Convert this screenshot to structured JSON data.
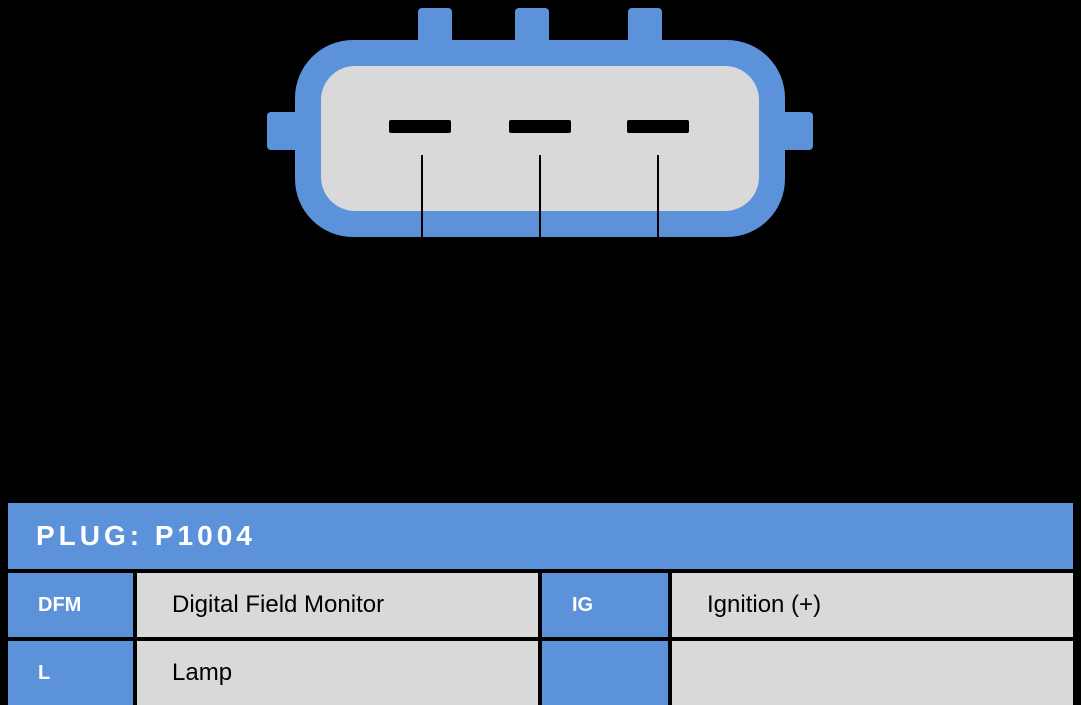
{
  "colors": {
    "accent_blue": "#5b92da",
    "panel_gray": "#d9d9d9",
    "background": "#000000",
    "text_on_blue": "#ffffff",
    "text_on_gray": "#000000"
  },
  "connector": {
    "pin_count": 3,
    "top_tab_count": 3,
    "side_tab_count": 2
  },
  "table": {
    "title": "PLUG: P1004",
    "rows": [
      {
        "cells": [
          {
            "label": "DFM"
          },
          {
            "value": "Digital Field Monitor"
          },
          {
            "label": "IG"
          },
          {
            "value": "Ignition (+)"
          }
        ]
      },
      {
        "cells": [
          {
            "label": "L"
          },
          {
            "value": "Lamp"
          },
          {
            "label": ""
          },
          {
            "value": ""
          }
        ]
      }
    ]
  }
}
